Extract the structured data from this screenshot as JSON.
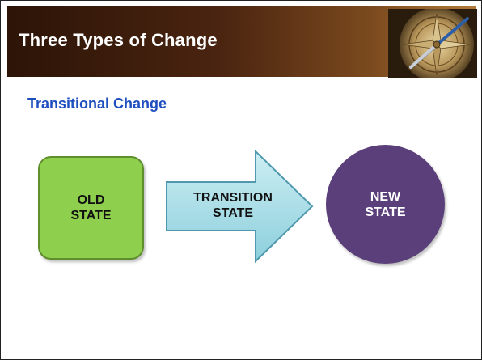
{
  "slide": {
    "title": "Three Types of Change",
    "subtitle": "Transitional Change"
  },
  "diagram": {
    "old_state": {
      "line1": "OLD",
      "line2": "STATE"
    },
    "transition_state": {
      "line1": "TRANSITION",
      "line2": "STATE"
    },
    "new_state": {
      "line1": "NEW",
      "line2": "STATE"
    }
  },
  "icons": {
    "header_image": "compass-icon"
  },
  "colors": {
    "header_dark": "#2c1407",
    "header_light": "#b07a3a",
    "subtitle_blue": "#1f4fbf",
    "old_state_green": "#8fcf4e",
    "arrow_light_blue": "#a9dde8",
    "new_state_purple": "#5b3f7a"
  }
}
